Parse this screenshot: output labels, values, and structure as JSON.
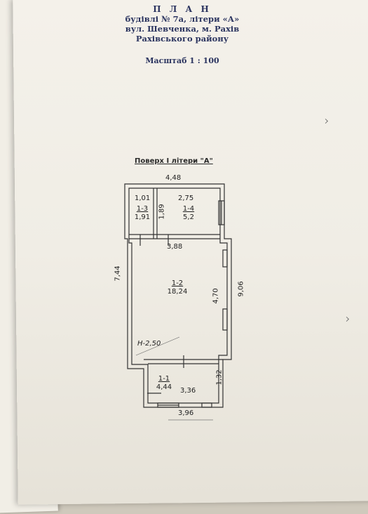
{
  "header": {
    "title": "П Л А Н",
    "line1": "будівлі № 7а, літери «А»",
    "line2": "вул. Шевченка, м. Рахів",
    "line3": "Рахівського району",
    "scale": "Масштаб 1 : 100"
  },
  "plan": {
    "floor_title": "Поверх I літери \"А\"",
    "dim_top": "4,48",
    "dim_left": "7,44",
    "dim_right": "9,06",
    "dim_bottom": "3,96",
    "height_label": "H-2,50",
    "rooms": [
      {
        "id": "1-3",
        "area": "1,91",
        "width": "1,01"
      },
      {
        "id": "1-4",
        "area": "5,2",
        "width": "2,75",
        "depth": "1,89"
      },
      {
        "id": "1-2",
        "area": "18,24",
        "width": "3,88",
        "depth": "4,70"
      },
      {
        "id": "1-1",
        "area": "4,44",
        "width": "3,36",
        "depth": "1,32"
      }
    ]
  }
}
